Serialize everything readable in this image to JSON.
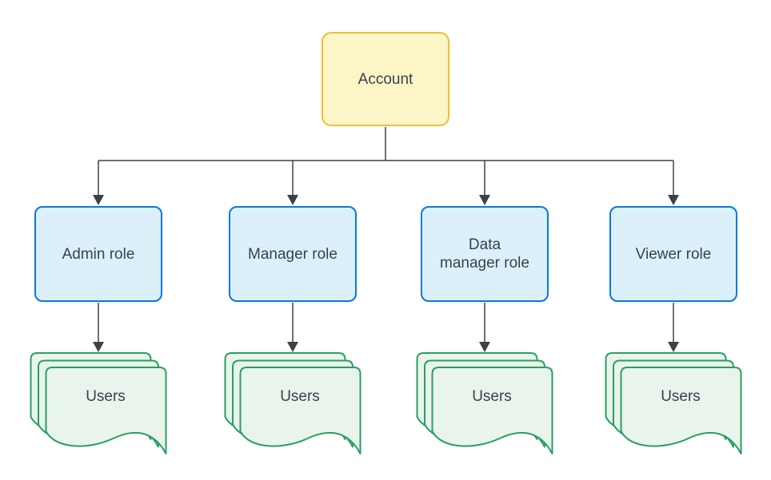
{
  "diagram": {
    "type": "flowchart",
    "background": "#ffffff",
    "nodes": {
      "account": {
        "label": "Account",
        "shape": "rounded-rectangle"
      },
      "roles": [
        {
          "label": "Admin role",
          "shape": "rounded-rectangle"
        },
        {
          "label": "Manager role",
          "shape": "rounded-rectangle"
        },
        {
          "label": "Data\nmanager role",
          "shape": "rounded-rectangle"
        },
        {
          "label": "Viewer role",
          "shape": "rounded-rectangle"
        }
      ],
      "user_stacks": [
        {
          "label": "Users",
          "shape": "multiple-documents"
        },
        {
          "label": "Users",
          "shape": "multiple-documents"
        },
        {
          "label": "Users",
          "shape": "multiple-documents"
        },
        {
          "label": "Users",
          "shape": "multiple-documents"
        }
      ]
    },
    "edges": [
      {
        "from": "Account",
        "to": "Admin role",
        "arrow": "filled-triangle"
      },
      {
        "from": "Account",
        "to": "Manager role",
        "arrow": "filled-triangle"
      },
      {
        "from": "Account",
        "to": "Data manager role",
        "arrow": "filled-triangle"
      },
      {
        "from": "Account",
        "to": "Viewer role",
        "arrow": "filled-triangle"
      },
      {
        "from": "Admin role",
        "to": "Users",
        "arrow": "filled-triangle"
      },
      {
        "from": "Manager role",
        "to": "Users",
        "arrow": "filled-triangle"
      },
      {
        "from": "Data manager role",
        "to": "Users",
        "arrow": "filled-triangle"
      },
      {
        "from": "Viewer role",
        "to": "Users",
        "arrow": "filled-triangle"
      }
    ],
    "colors": {
      "account_fill": "#FCF5C5",
      "account_stroke": "#F2BD33",
      "role_fill": "#DCF0FA",
      "role_stroke": "#0A78E0",
      "users_fill": "#E8F4EC",
      "users_stroke": "#2B9E60",
      "connector": "#3A4248",
      "text": "#39424E"
    }
  }
}
